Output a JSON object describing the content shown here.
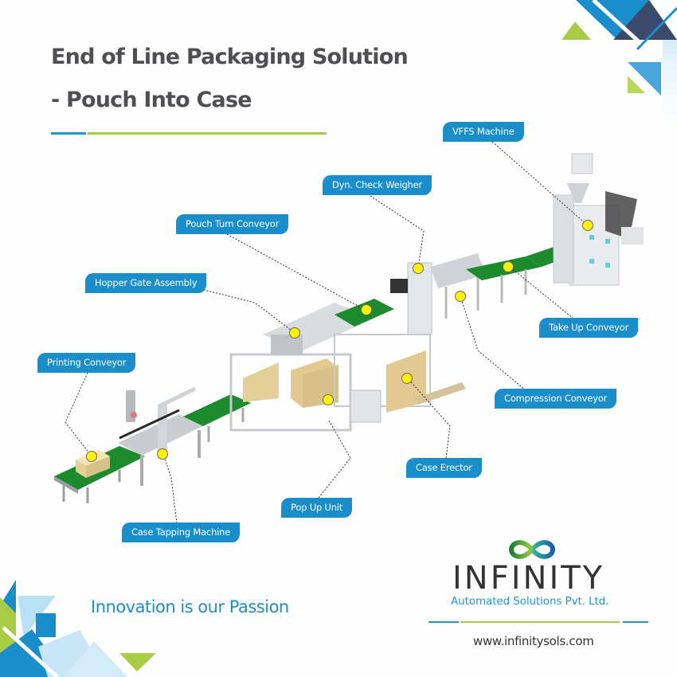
{
  "title": {
    "line1": "End of Line Packaging Solution",
    "line2": "- Pouch Into Case"
  },
  "components": [
    {
      "label": "VFFS Machine"
    },
    {
      "label": "Dyn. Check Weigher"
    },
    {
      "label": "Pouch Turn Conveyor"
    },
    {
      "label": "Hopper Gate Assembly"
    },
    {
      "label": "Printing Conveyor"
    },
    {
      "label": "Take Up Conveyor"
    },
    {
      "label": "Compression Conveyor"
    },
    {
      "label": "Case Erector"
    },
    {
      "label": "Pop Up Unit"
    },
    {
      "label": "Case Tapping Machine"
    }
  ],
  "footer": {
    "tagline": "Innovation is our Passion",
    "brand_name": "INFINITY",
    "brand_subtitle": "Automated Solutions Pvt. Ltd.",
    "website": "www.infinitysols.com"
  },
  "colors": {
    "label_bg": "#1a8dcb",
    "title_text": "#4d4f53",
    "accent_blue": "#1f95d3",
    "accent_green": "#a9cc45",
    "dark_navy": "#3b4a6b",
    "hotspot": "#fff200",
    "conveyor_green": "#1e8a2e"
  }
}
